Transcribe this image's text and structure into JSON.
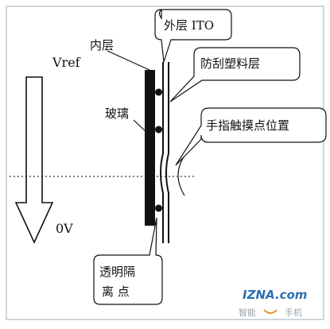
{
  "diagram": {
    "title": "",
    "labels": {
      "outer_ito": "外层 ITO",
      "inner_layer": "内层",
      "scratch_resistant_plastic": "防刮塑料层",
      "glass": "玻璃",
      "finger_touch_position": "手指触摸点位置",
      "transparent_spacer_dots_line1": "透明隔",
      "transparent_spacer_dots_line2": "离 点",
      "voltage_top": "Vref",
      "voltage_bottom": "0V"
    },
    "watermark": {
      "logo": "IZNA.com",
      "tagline_left": "智能",
      "tagline_right": "手机"
    }
  },
  "colors": {
    "ink": "#111111",
    "frame": "#cfd6dc",
    "dots_line": "#333333",
    "watermark_blue": "#2f6fb0",
    "watermark_gray": "#9aa3aa",
    "watermark_orange": "#e39a2a"
  }
}
